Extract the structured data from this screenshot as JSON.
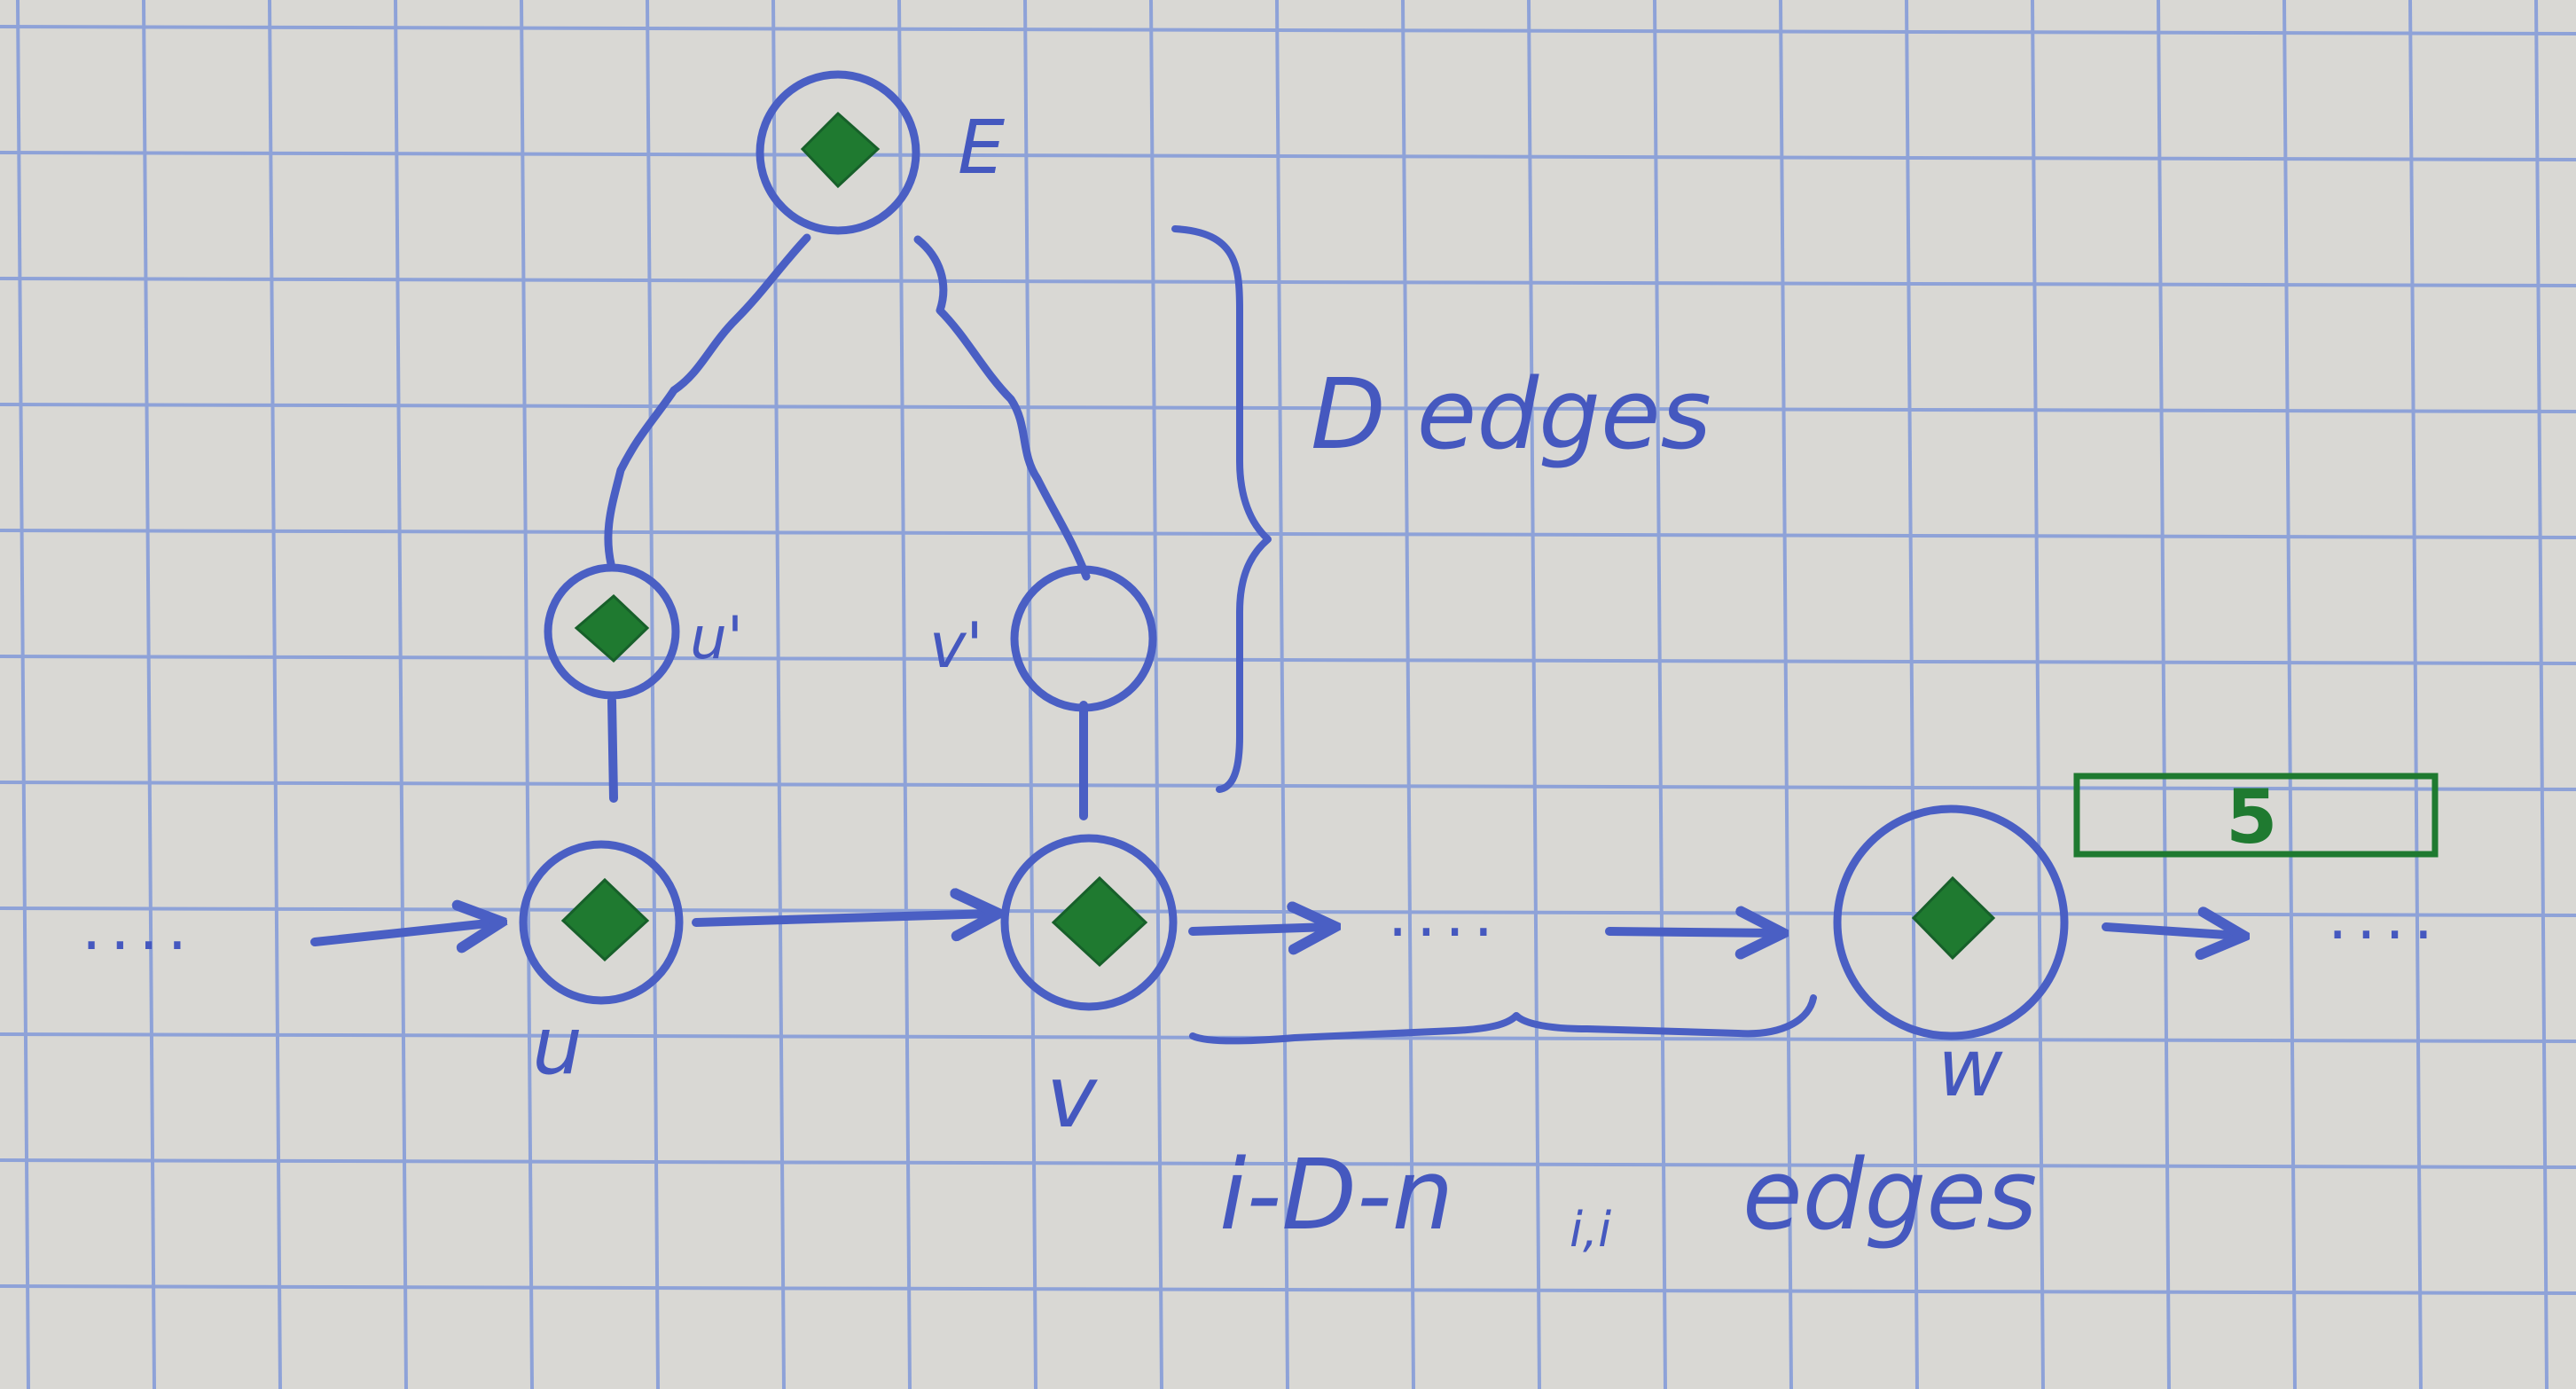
{
  "nodes": {
    "E": {
      "label": "E",
      "marked": true
    },
    "u_prime": {
      "label": "u'",
      "marked": true
    },
    "v_prime": {
      "label": "v'",
      "marked": false
    },
    "u": {
      "label": "u",
      "marked": true
    },
    "v": {
      "label": "v",
      "marked": true
    },
    "w": {
      "label": "w",
      "marked": true
    }
  },
  "annotations": {
    "brace_label": "D edges",
    "bottom_label": "i-D-n",
    "bottom_label_sub": "i,i",
    "bottom_label_suffix": "edges",
    "box_label": "5"
  },
  "dots": {
    "left": "....",
    "middle": "....",
    "right": "...."
  },
  "colors": {
    "paper": "#d9d8d4",
    "grid": "#8ea2d8",
    "ink": "#4a5fc4",
    "marker": "#1f7a30"
  }
}
